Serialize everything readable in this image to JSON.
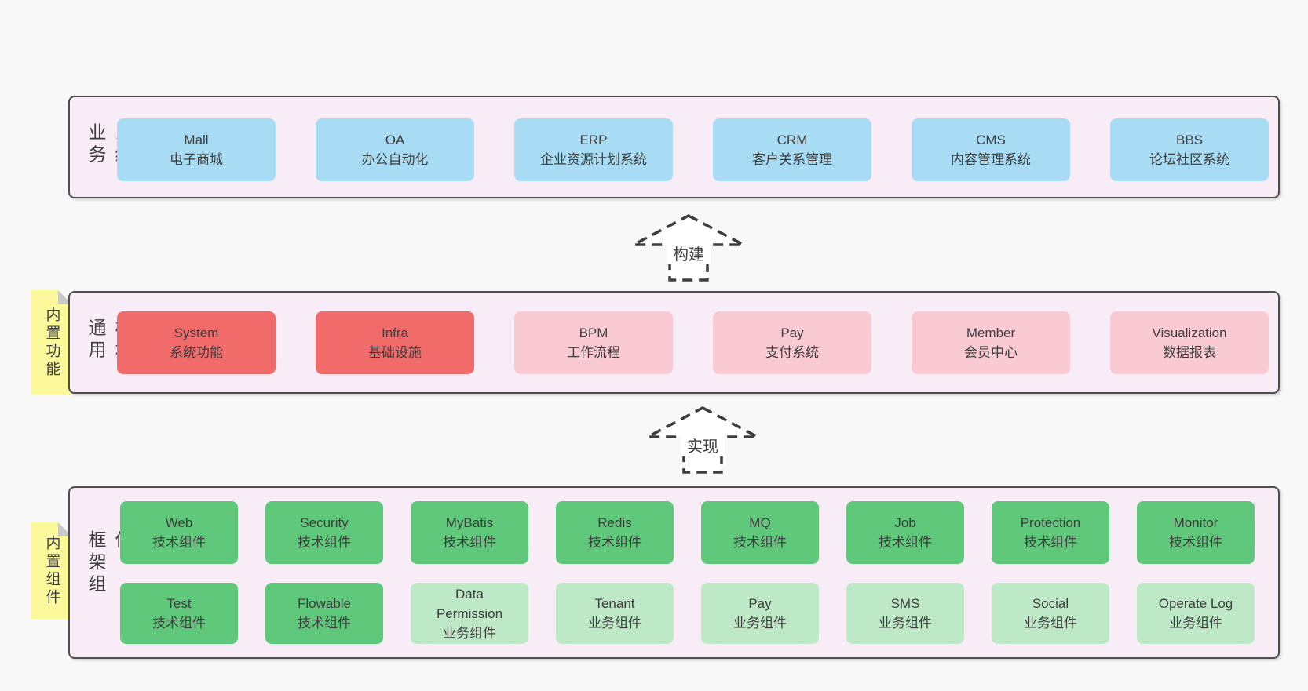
{
  "palette": {
    "blue": "#a8dcf4",
    "red": "#f16b6b",
    "pink": "#facad3",
    "green": "#5fc87a",
    "lightgreen": "#bde9c7",
    "sticky_yellow": "#fbf99c",
    "section_bg": "#f8edf6",
    "section_border": "#4e4e4e",
    "text": "#3d3d3d",
    "arrow": "#3d3d3d"
  },
  "arrows": [
    {
      "label": "构建"
    },
    {
      "label": "实现"
    }
  ],
  "sections": [
    {
      "id": "business-systems",
      "side_label": "业务系统",
      "boxes": [
        {
          "title": "Mall",
          "subtitle": "电子商城",
          "variant": "blue"
        },
        {
          "title": "OA",
          "subtitle": "办公自动化",
          "variant": "blue"
        },
        {
          "title": "ERP",
          "subtitle": "企业资源计划系统",
          "variant": "blue"
        },
        {
          "title": "CRM",
          "subtitle": "客户关系管理",
          "variant": "blue"
        },
        {
          "title": "CMS",
          "subtitle": "内容管理系统",
          "variant": "blue"
        },
        {
          "title": "BBS",
          "subtitle": "论坛社区系统",
          "variant": "blue"
        }
      ]
    },
    {
      "id": "common-modules",
      "side_label": "通用模块",
      "sticky_note": "内置功能",
      "boxes": [
        {
          "title": "System",
          "subtitle": "系统功能",
          "variant": "red"
        },
        {
          "title": "Infra",
          "subtitle": "基础设施",
          "variant": "red"
        },
        {
          "title": "BPM",
          "subtitle": "工作流程",
          "variant": "pink"
        },
        {
          "title": "Pay",
          "subtitle": "支付系统",
          "variant": "pink"
        },
        {
          "title": "Member",
          "subtitle": "会员中心",
          "variant": "pink"
        },
        {
          "title": "Visualization",
          "subtitle": "数据报表",
          "variant": "pink"
        }
      ]
    },
    {
      "id": "framework-components",
      "side_label": "框架组件",
      "sticky_note": "内置组件",
      "rows": [
        {
          "boxes": [
            {
              "title": "Web",
              "subtitle": "技术组件",
              "variant": "green"
            },
            {
              "title": "Security",
              "subtitle": "技术组件",
              "variant": "green"
            },
            {
              "title": "MyBatis",
              "subtitle": "技术组件",
              "variant": "green"
            },
            {
              "title": "Redis",
              "subtitle": "技术组件",
              "variant": "green"
            },
            {
              "title": "MQ",
              "subtitle": "技术组件",
              "variant": "green"
            },
            {
              "title": "Job",
              "subtitle": "技术组件",
              "variant": "green"
            },
            {
              "title": "Protection",
              "subtitle": "技术组件",
              "variant": "green"
            },
            {
              "title": "Monitor",
              "subtitle": "技术组件",
              "variant": "green"
            }
          ]
        },
        {
          "boxes": [
            {
              "title": "Test",
              "subtitle": "技术组件",
              "variant": "green"
            },
            {
              "title": "Flowable",
              "subtitle": "技术组件",
              "variant": "green"
            },
            {
              "title": "Data Permission",
              "subtitle": "业务组件",
              "variant": "lightgreen"
            },
            {
              "title": "Tenant",
              "subtitle": "业务组件",
              "variant": "lightgreen"
            },
            {
              "title": "Pay",
              "subtitle": "业务组件",
              "variant": "lightgreen"
            },
            {
              "title": "SMS",
              "subtitle": "业务组件",
              "variant": "lightgreen"
            },
            {
              "title": "Social",
              "subtitle": "业务组件",
              "variant": "lightgreen"
            },
            {
              "title": "Operate Log",
              "subtitle": "业务组件",
              "variant": "lightgreen"
            }
          ]
        }
      ]
    }
  ]
}
